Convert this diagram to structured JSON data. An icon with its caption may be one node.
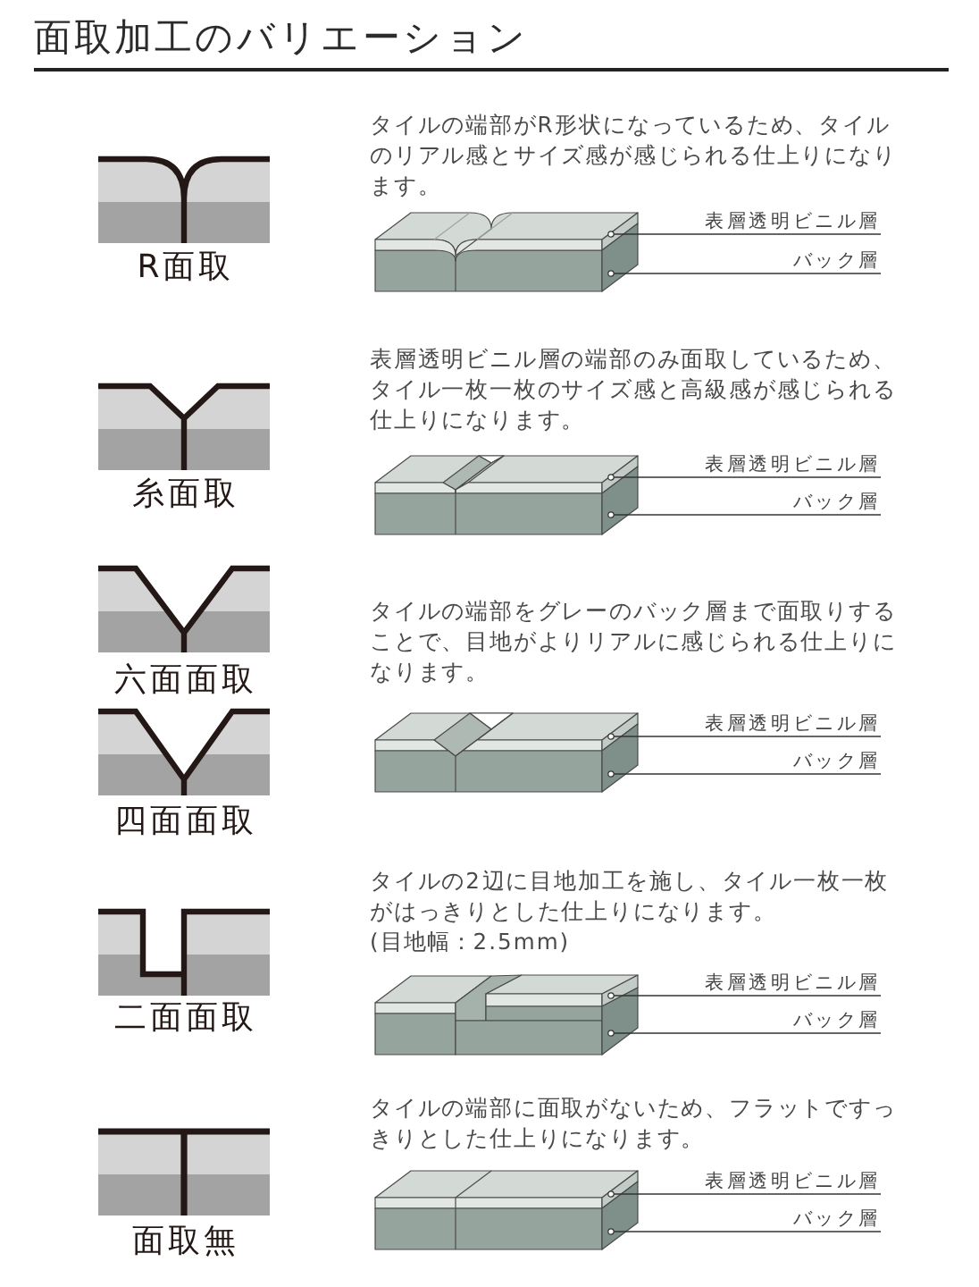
{
  "diagram": {
    "title": "面取加工のバリエーション",
    "nodes": [
      {
        "text": [
          "表層透明ビニル層"
        ]
      },
      {
        "text": [
          "バック層"
        ]
      },
      {
        "text": [
          "表層透明ビニル層"
        ]
      },
      {
        "text": [
          "バック層"
        ]
      },
      {
        "text": [
          "表層透明ビニル層"
        ]
      },
      {
        "text": [
          "バック層"
        ]
      },
      {
        "text": [
          "表層透明ビニル層"
        ]
      },
      {
        "text": [
          "バック層"
        ]
      },
      {
        "text": [
          "表層透明ビニル層"
        ]
      },
      {
        "text": [
          "バック層"
        ]
      }
    ],
    "edges": [
      {
        "from": 0,
        "to": null,
        "arrow": "other"
      },
      {
        "from": 1,
        "to": null,
        "arrow": "other"
      },
      {
        "from": 2,
        "to": null,
        "arrow": "other"
      },
      {
        "from": 3,
        "to": null,
        "arrow": "other"
      },
      {
        "from": 4,
        "to": null,
        "arrow": "other"
      },
      {
        "from": 5,
        "to": null,
        "arrow": "other"
      },
      {
        "from": 6,
        "to": null,
        "arrow": "other"
      },
      {
        "from": 7,
        "to": null,
        "arrow": "other"
      },
      {
        "from": 8,
        "to": null,
        "arrow": "other"
      },
      {
        "from": 9,
        "to": null,
        "arrow": "other"
      }
    ],
    "labels": [
      "R面取",
      "タイルの端部がR形状になっているため、タイルのリアル感とサイズ感が感じられる仕上りになります。",
      "糸面取",
      "表層透明ビニル層の端部のみ面取しているため、タイル一枚一枚のサイズ感と高級感が感じられる仕上りになります。",
      "六面面取",
      "タイルの端部をグレーのバック層まで面取りすることで、目地がよりリアルに感じられる仕上りになります。",
      "四面面取",
      "二面面取",
      "タイルの2辺に目地加工を施し、タイル一枚一枚がはっきりとした仕上りになります。",
      "(目地幅：2.5mm)",
      "面取無",
      "タイルの端部に面取がないため、フラットですっきりとした仕上りになります。"
    ]
  }
}
